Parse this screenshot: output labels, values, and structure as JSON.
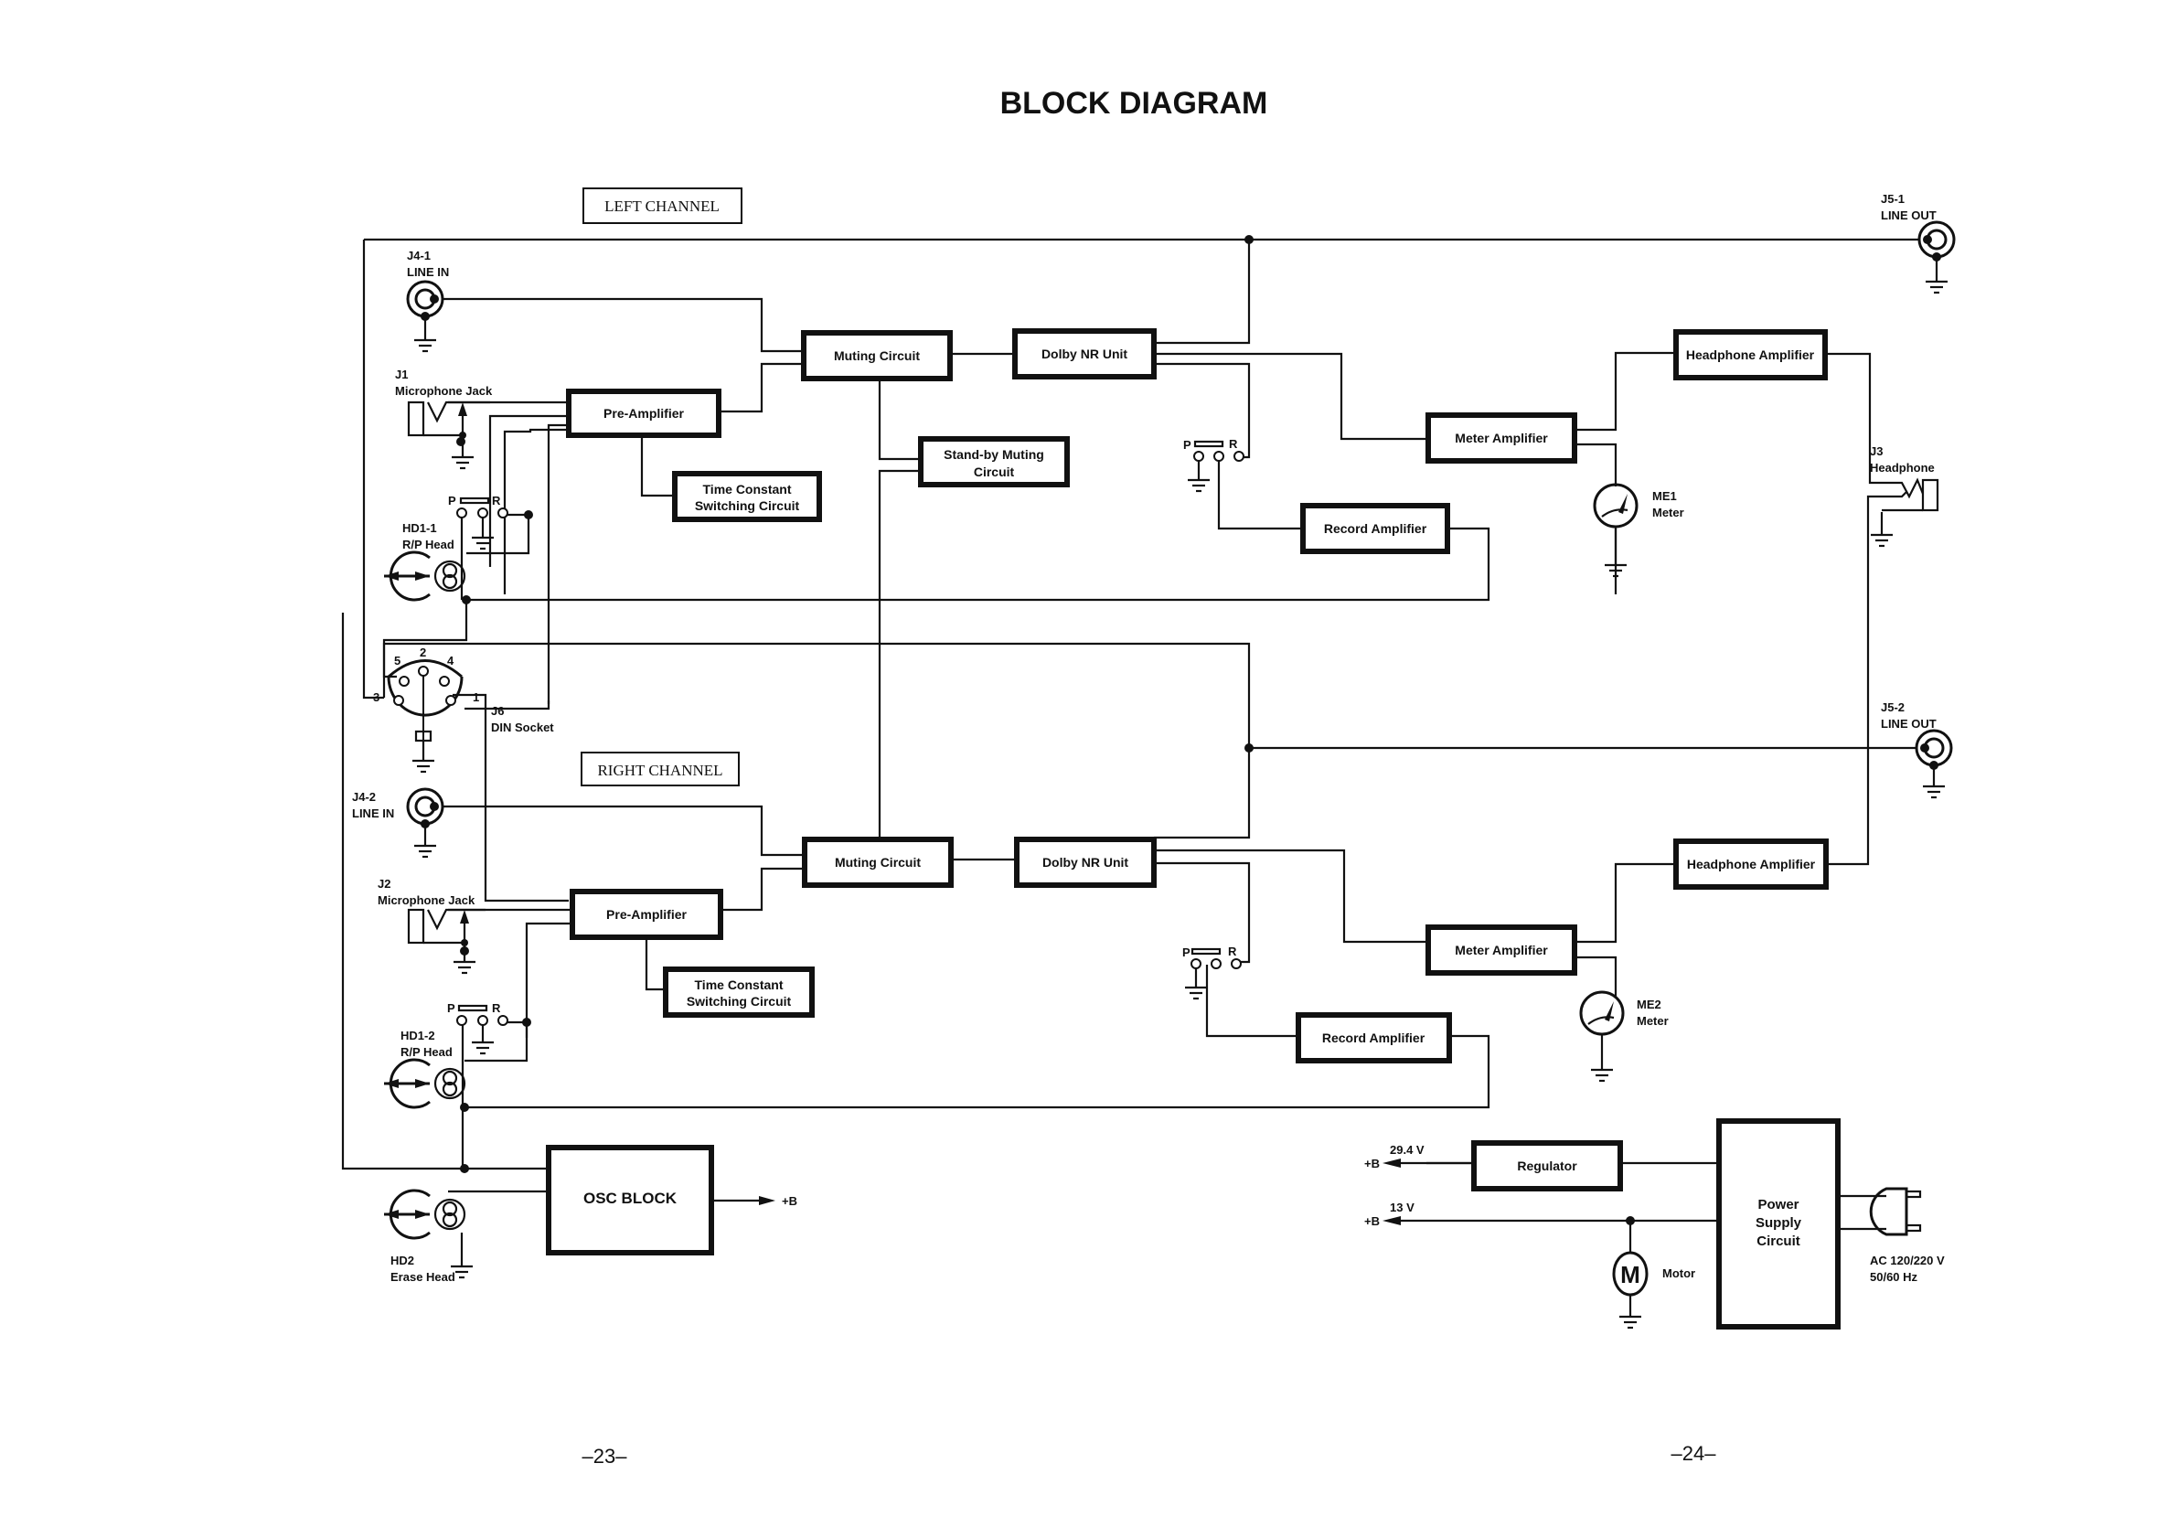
{
  "page": {
    "title": "BLOCK DIAGRAM",
    "page_left": "–23–",
    "page_right": "–24–"
  },
  "channels": {
    "left": "LEFT CHANNEL",
    "right": "RIGHT CHANNEL"
  },
  "left": {
    "line_in_id": "J4-1",
    "line_in": "LINE IN",
    "mic_id": "J1",
    "mic": "Microphone Jack",
    "head_id": "HD1-1",
    "head": "R/P Head",
    "preamp": "Pre-Amplifier",
    "tc1": "Time Constant",
    "tc2": "Switching Circuit",
    "muting": "Muting Circuit",
    "dolby": "Dolby NR Unit",
    "meter_amp": "Meter Amplifier",
    "record_amp": "Record Amplifier",
    "hp_amp": "Headphone Amplifier",
    "meter_id": "ME1",
    "meter": "Meter",
    "line_out_id": "J5-1",
    "line_out": "LINE OUT",
    "hp_id": "J3",
    "hp": "Headphone"
  },
  "right": {
    "line_in_id": "J4-2",
    "line_in": "LINE IN",
    "mic_id": "J2",
    "mic": "Microphone Jack",
    "head_id": "HD1-2",
    "head": "R/P Head",
    "preamp": "Pre-Amplifier",
    "tc1": "Time Constant",
    "tc2": "Switching Circuit",
    "muting": "Muting Circuit",
    "dolby": "Dolby NR Unit",
    "meter_amp": "Meter Amplifier",
    "record_amp": "Record Amplifier",
    "hp_amp": "Headphone Amplifier",
    "meter_id": "ME2",
    "meter": "Meter",
    "line_out_id": "J5-2",
    "line_out": "LINE OUT"
  },
  "shared": {
    "standby1": "Stand-by Muting",
    "standby2": "Circuit",
    "din_id": "J6",
    "din": "DIN Socket",
    "din_pins": [
      "1",
      "2",
      "3",
      "4",
      "5"
    ],
    "switch_p": "P",
    "switch_r": "R",
    "osc": "OSC BLOCK",
    "osc_out": "+B",
    "erase_id": "HD2",
    "erase": "Erase Head"
  },
  "power": {
    "regulator": "Regulator",
    "v1": "29.4 V",
    "v2": "13 V",
    "b1": "+B",
    "b2": "+B",
    "psu1": "Power",
    "psu2": "Supply",
    "psu3": "Circuit",
    "motor_symbol": "M",
    "motor": "Motor",
    "ac1": "AC 120/220 V",
    "ac2": "50/60 Hz"
  }
}
